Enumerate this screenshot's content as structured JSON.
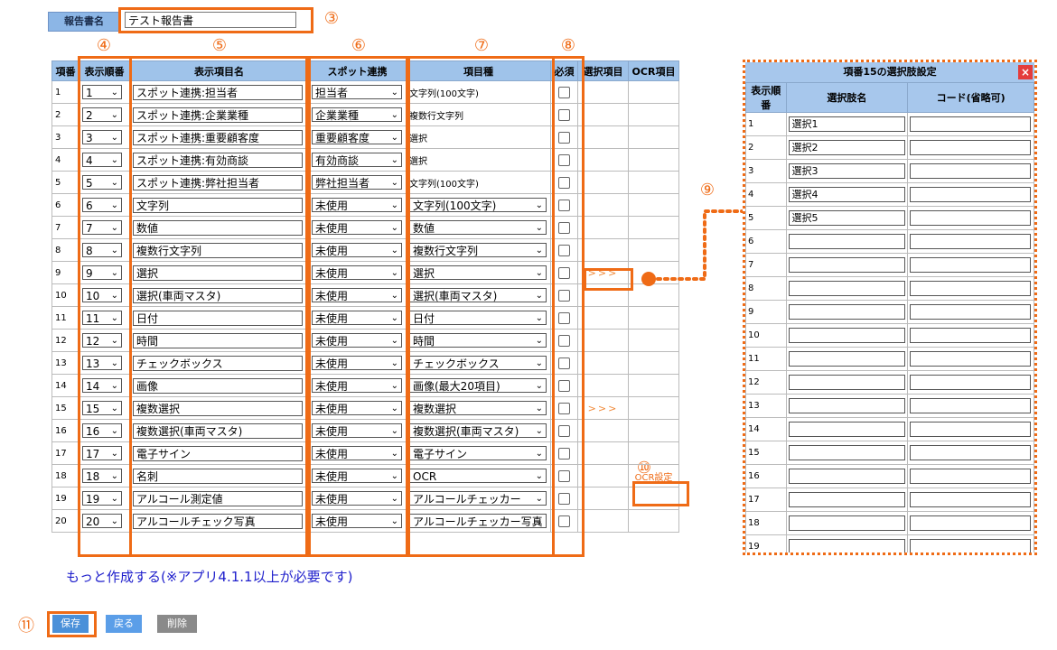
{
  "report": {
    "label": "報告書名",
    "value": "テスト報告書"
  },
  "callouts": {
    "c3": "③",
    "c4": "④",
    "c5": "⑤",
    "c6": "⑥",
    "c7": "⑦",
    "c8": "⑧",
    "c9": "⑨",
    "c10": "⑩",
    "c11": "⑪"
  },
  "headers": {
    "no": "項番",
    "order": "表示順番",
    "name": "表示項目名",
    "spot": "スポット連携",
    "type": "項目種",
    "required": "必須",
    "choice": "選択項目",
    "ocr": "OCR項目"
  },
  "rows": [
    {
      "no": "1",
      "order": "1",
      "name": "スポット連携:担当者",
      "spot": "担当者",
      "type": "文字列(100文字)",
      "type_select": false,
      "choice": "",
      "ocr": ""
    },
    {
      "no": "2",
      "order": "2",
      "name": "スポット連携:企業業種",
      "spot": "企業業種",
      "type": "複数行文字列",
      "type_select": false,
      "choice": "",
      "ocr": ""
    },
    {
      "no": "3",
      "order": "3",
      "name": "スポット連携:重要顧客度",
      "spot": "重要顧客度",
      "type": "選択",
      "type_select": false,
      "choice": "",
      "ocr": ""
    },
    {
      "no": "4",
      "order": "4",
      "name": "スポット連携:有効商談",
      "spot": "有効商談",
      "type": "選択",
      "type_select": false,
      "choice": "",
      "ocr": ""
    },
    {
      "no": "5",
      "order": "5",
      "name": "スポット連携:弊社担当者",
      "spot": "弊社担当者",
      "type": "文字列(100文字)",
      "type_select": false,
      "choice": "",
      "ocr": ""
    },
    {
      "no": "6",
      "order": "6",
      "name": "文字列",
      "spot": "未使用",
      "type": "文字列(100文字)",
      "type_select": true,
      "choice": "",
      "ocr": ""
    },
    {
      "no": "7",
      "order": "7",
      "name": "数値",
      "spot": "未使用",
      "type": "数値",
      "type_select": true,
      "choice": "",
      "ocr": ""
    },
    {
      "no": "8",
      "order": "8",
      "name": "複数行文字列",
      "spot": "未使用",
      "type": "複数行文字列",
      "type_select": true,
      "choice": "",
      "ocr": ""
    },
    {
      "no": "9",
      "order": "9",
      "name": "選択",
      "spot": "未使用",
      "type": "選択",
      "type_select": true,
      "choice": ">>>",
      "ocr": ""
    },
    {
      "no": "10",
      "order": "10",
      "name": "選択(車両マスタ)",
      "spot": "未使用",
      "type": "選択(車両マスタ)",
      "type_select": true,
      "choice": "",
      "ocr": ""
    },
    {
      "no": "11",
      "order": "11",
      "name": "日付",
      "spot": "未使用",
      "type": "日付",
      "type_select": true,
      "choice": "",
      "ocr": ""
    },
    {
      "no": "12",
      "order": "12",
      "name": "時間",
      "spot": "未使用",
      "type": "時間",
      "type_select": true,
      "choice": "",
      "ocr": ""
    },
    {
      "no": "13",
      "order": "13",
      "name": "チェックボックス",
      "spot": "未使用",
      "type": "チェックボックス",
      "type_select": true,
      "choice": "",
      "ocr": ""
    },
    {
      "no": "14",
      "order": "14",
      "name": "画像",
      "spot": "未使用",
      "type": "画像(最大20項目)",
      "type_select": true,
      "choice": "",
      "ocr": ""
    },
    {
      "no": "15",
      "order": "15",
      "name": "複数選択",
      "spot": "未使用",
      "type": "複数選択",
      "type_select": true,
      "choice": ">>>",
      "ocr": ""
    },
    {
      "no": "16",
      "order": "16",
      "name": "複数選択(車両マスタ)",
      "spot": "未使用",
      "type": "複数選択(車両マスタ)",
      "type_select": true,
      "choice": "",
      "ocr": ""
    },
    {
      "no": "17",
      "order": "17",
      "name": "電子サイン",
      "spot": "未使用",
      "type": "電子サイン",
      "type_select": true,
      "choice": "",
      "ocr": ""
    },
    {
      "no": "18",
      "order": "18",
      "name": "名刺",
      "spot": "未使用",
      "type": "OCR",
      "type_select": true,
      "choice": "",
      "ocr": "OCR設定"
    },
    {
      "no": "19",
      "order": "19",
      "name": "アルコール測定値",
      "spot": "未使用",
      "type": "アルコールチェッカー",
      "type_select": true,
      "choice": "",
      "ocr": ""
    },
    {
      "no": "20",
      "order": "20",
      "name": "アルコールチェック写真",
      "spot": "未使用",
      "type": "アルコールチェッカー写真",
      "type_select": true,
      "choice": "",
      "ocr": ""
    }
  ],
  "panel": {
    "title": "項番15の選択肢設定",
    "close": "×",
    "headers": {
      "order": "表示順番",
      "name": "選択肢名",
      "code": "コード(省略可)"
    },
    "options": [
      {
        "no": "1",
        "name": "選択1",
        "code": ""
      },
      {
        "no": "2",
        "name": "選択2",
        "code": ""
      },
      {
        "no": "3",
        "name": "選択3",
        "code": ""
      },
      {
        "no": "4",
        "name": "選択4",
        "code": ""
      },
      {
        "no": "5",
        "name": "選択5",
        "code": ""
      },
      {
        "no": "6",
        "name": "",
        "code": ""
      },
      {
        "no": "7",
        "name": "",
        "code": ""
      },
      {
        "no": "8",
        "name": "",
        "code": ""
      },
      {
        "no": "9",
        "name": "",
        "code": ""
      },
      {
        "no": "10",
        "name": "",
        "code": ""
      },
      {
        "no": "11",
        "name": "",
        "code": ""
      },
      {
        "no": "12",
        "name": "",
        "code": ""
      },
      {
        "no": "13",
        "name": "",
        "code": ""
      },
      {
        "no": "14",
        "name": "",
        "code": ""
      },
      {
        "no": "15",
        "name": "",
        "code": ""
      },
      {
        "no": "16",
        "name": "",
        "code": ""
      },
      {
        "no": "17",
        "name": "",
        "code": ""
      },
      {
        "no": "18",
        "name": "",
        "code": ""
      },
      {
        "no": "19",
        "name": "",
        "code": ""
      }
    ]
  },
  "more_link": "もっと作成する(※アプリ4.1.1以上が必要です)",
  "buttons": {
    "save": "保存",
    "back": "戻る",
    "delete": "削除"
  },
  "colors": {
    "accent": "#ef6b16",
    "header_blue": "#9fc3ea",
    "save_blue": "#4a90d9",
    "delete_gray": "#8a8a8a"
  }
}
